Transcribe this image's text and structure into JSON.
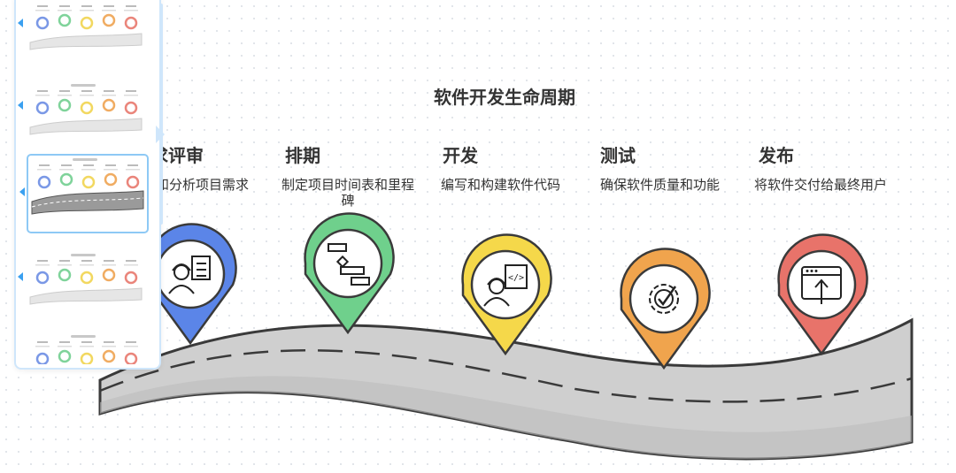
{
  "diagram": {
    "title": "软件开发生命周期",
    "steps": [
      {
        "key": "requirements",
        "title": "求评审",
        "desc": "和分析项目需求",
        "color": "#5b85e8",
        "icon": "engineer-clipboard-icon"
      },
      {
        "key": "schedule",
        "title": "排期",
        "desc": "制定项目时间表和里程碑",
        "color": "#6fd08c",
        "icon": "gantt-chart-icon"
      },
      {
        "key": "develop",
        "title": "开发",
        "desc": "编写和构建软件代码",
        "color": "#f5d84a",
        "icon": "developer-code-icon"
      },
      {
        "key": "test",
        "title": "测试",
        "desc": "确保软件质量和功能",
        "color": "#f0a44d",
        "icon": "gear-check-icon"
      },
      {
        "key": "release",
        "title": "发布",
        "desc": "将软件交付给最终用户",
        "color": "#e8736a",
        "icon": "browser-upload-icon"
      }
    ]
  },
  "thumbnails": {
    "items": [
      {
        "name": "slide-1",
        "active": false
      },
      {
        "name": "slide-2",
        "active": false
      },
      {
        "name": "slide-3",
        "active": true
      },
      {
        "name": "slide-4",
        "active": false
      },
      {
        "name": "slide-5",
        "active": false
      }
    ],
    "pin_colors": [
      "#7a98e6",
      "#7fd39a",
      "#f2d860",
      "#f0ac62",
      "#ea857b"
    ]
  }
}
